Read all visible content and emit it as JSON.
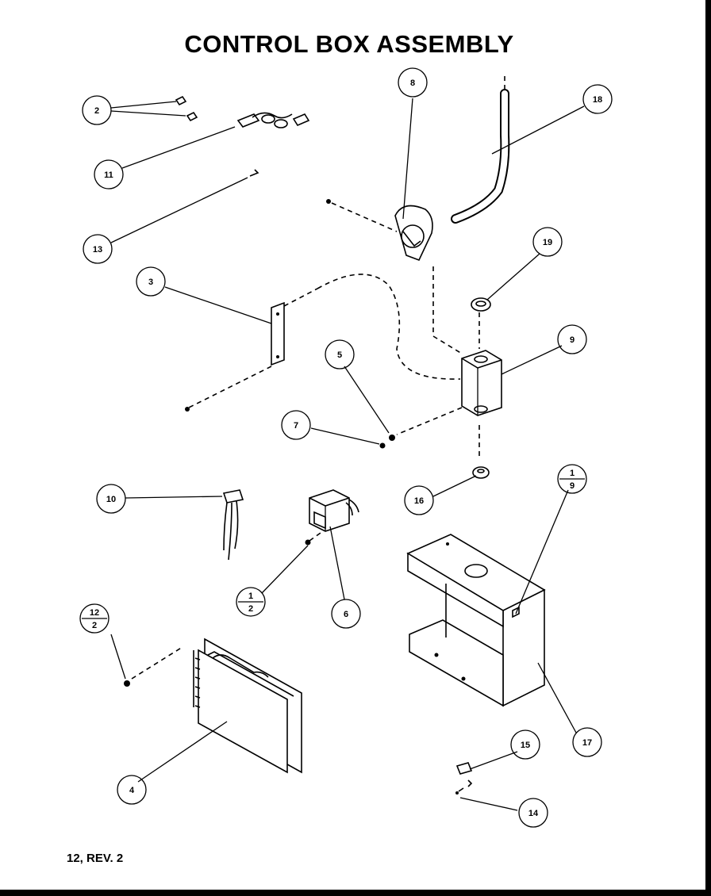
{
  "title": "CONTROL BOX ASSEMBLY",
  "footer": "12, REV. 2",
  "callouts": [
    {
      "id": "c2",
      "label": "2"
    },
    {
      "id": "c11",
      "label": "11"
    },
    {
      "id": "c13",
      "label": "13"
    },
    {
      "id": "c8",
      "label": "8"
    },
    {
      "id": "c18",
      "label": "18"
    },
    {
      "id": "c19",
      "label": "19"
    },
    {
      "id": "c3",
      "label": "3"
    },
    {
      "id": "c5",
      "label": "5"
    },
    {
      "id": "c9",
      "label": "9"
    },
    {
      "id": "c7",
      "label": "7"
    },
    {
      "id": "c16",
      "label": "16"
    },
    {
      "id": "c10",
      "label": "10"
    },
    {
      "id": "c6",
      "label": "6"
    },
    {
      "id": "c4",
      "label": "4"
    },
    {
      "id": "c17",
      "label": "17"
    },
    {
      "id": "c15",
      "label": "15"
    },
    {
      "id": "c14",
      "label": "14"
    }
  ],
  "fraction_callouts": [
    {
      "id": "f1_9",
      "top": "1",
      "bottom": "9"
    },
    {
      "id": "f1_2",
      "top": "1",
      "bottom": "2"
    },
    {
      "id": "f12_2",
      "top": "12",
      "bottom": "2"
    }
  ]
}
